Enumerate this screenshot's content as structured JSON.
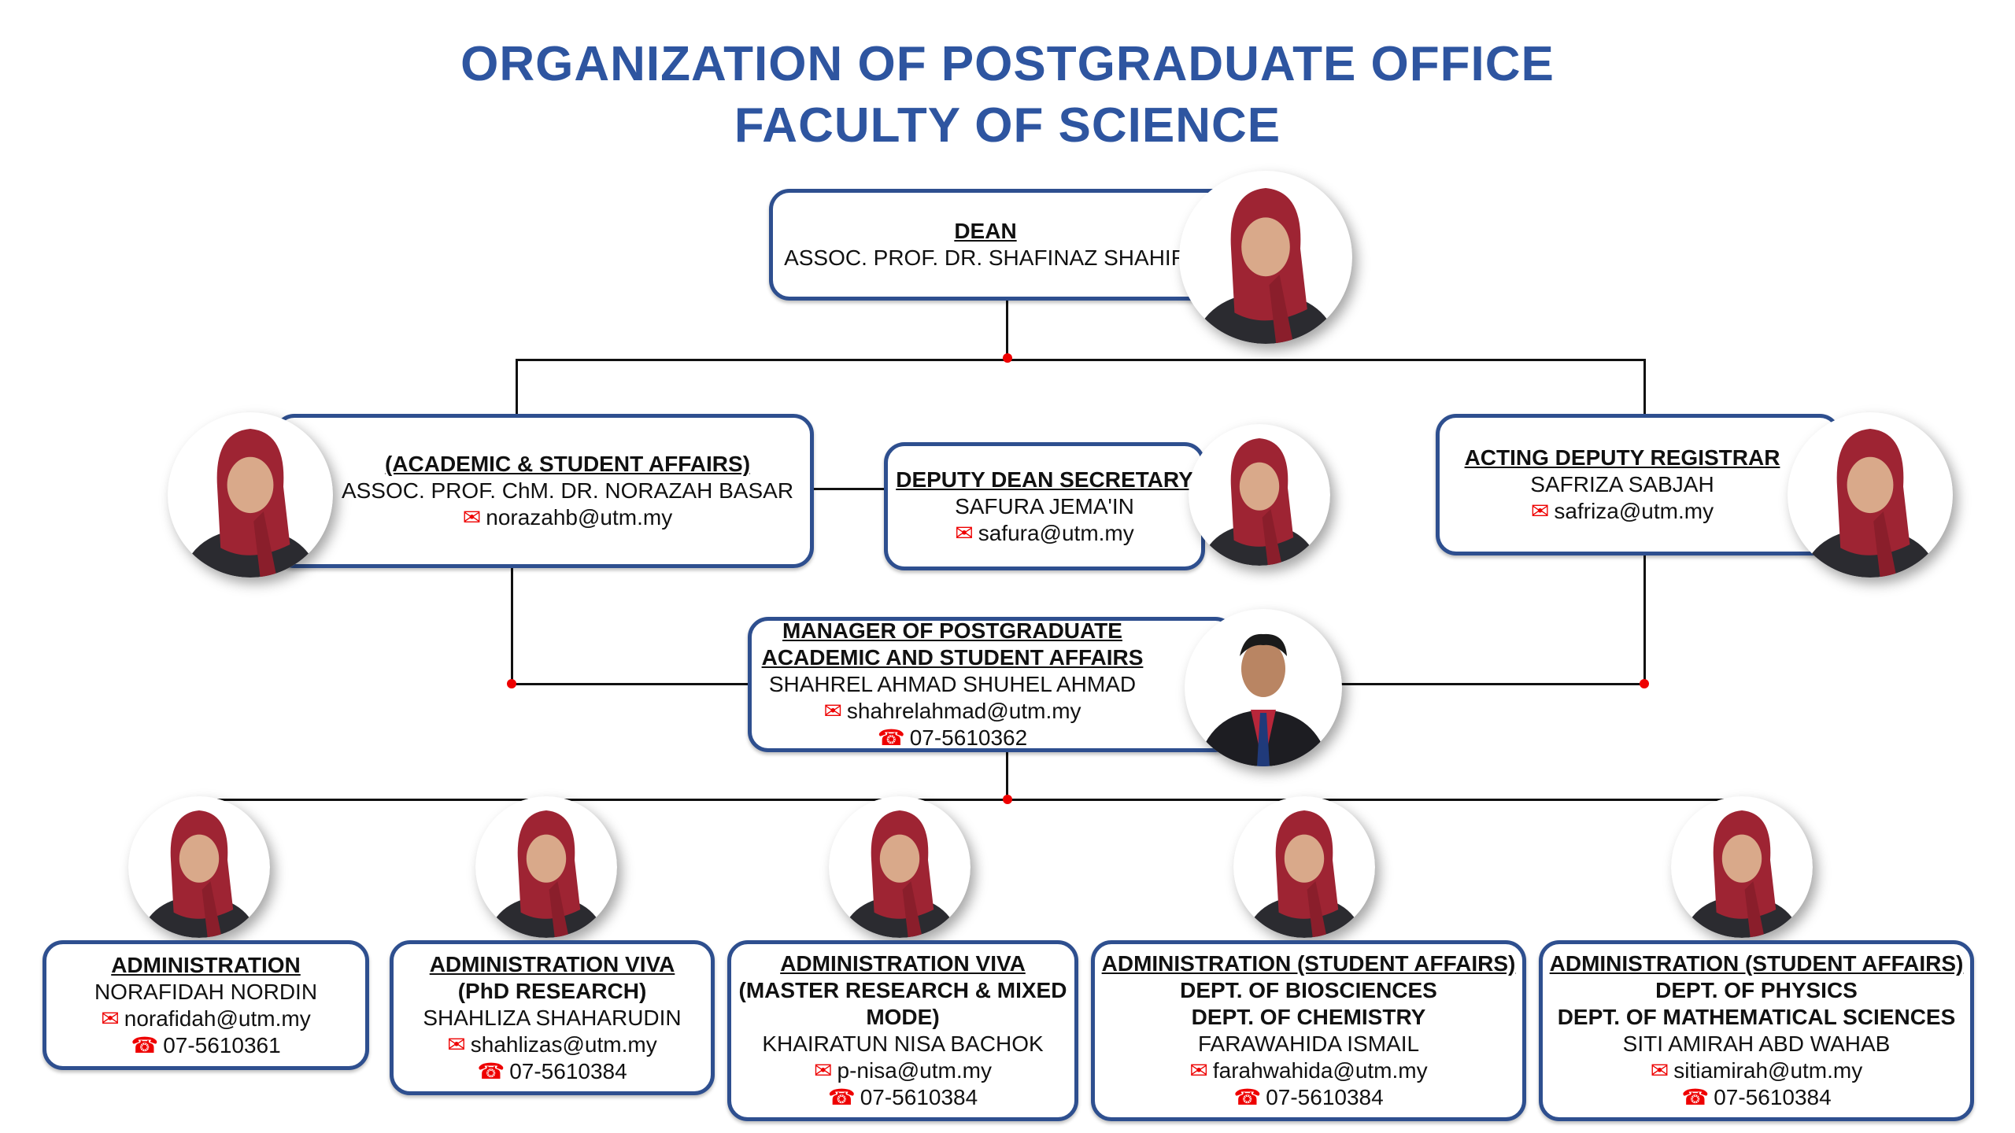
{
  "title": {
    "line1": "ORGANIZATION OF POSTGRADUATE OFFICE",
    "line2": "FACULTY OF SCIENCE"
  },
  "colors": {
    "title": "#2e55a0",
    "border": "#2e4f8f",
    "connector_dot": "#e00000"
  },
  "icons": {
    "email": "envelope-icon",
    "phone": "telephone-icon"
  },
  "dean": {
    "role": "DEAN",
    "name": "ASSOC. PROF. DR. SHAFINAZ SHAHIR"
  },
  "academic": {
    "role": "(ACADEMIC & STUDENT AFFAIRS)",
    "name": "ASSOC. PROF. ChM. DR. NORAZAH BASAR",
    "email": "norazahb@utm.my"
  },
  "secretary": {
    "role": "DEPUTY DEAN SECRETARY",
    "name": "SAFURA JEMA'IN",
    "email": "safura@utm.my"
  },
  "registrar": {
    "role": "ACTING DEPUTY REGISTRAR",
    "name": "SAFRIZA SABJAH",
    "email": "safriza@utm.my"
  },
  "manager": {
    "role1": "MANAGER OF POSTGRADUATE",
    "role2": "ACADEMIC AND STUDENT AFFAIRS",
    "name": "SHAHREL AHMAD SHUHEL AHMAD",
    "email": "shahrelahmad@utm.my",
    "phone": "07-5610362"
  },
  "staff": [
    {
      "role": "ADMINISTRATION",
      "name": "NORAFIDAH NORDIN",
      "email": "norafidah@utm.my",
      "phone": "07-5610361"
    },
    {
      "role": "ADMINISTRATION VIVA",
      "sub1": "(PhD RESEARCH)",
      "name": "SHAHLIZA SHAHARUDIN",
      "email": "shahlizas@utm.my",
      "phone": "07-5610384"
    },
    {
      "role": "ADMINISTRATION VIVA",
      "sub1": "(MASTER RESEARCH & MIXED",
      "sub2": "MODE)",
      "name": "KHAIRATUN NISA BACHOK",
      "email": "p-nisa@utm.my",
      "phone": "07-5610384"
    },
    {
      "role": "ADMINISTRATION (STUDENT AFFAIRS)",
      "sub1": "DEPT. OF BIOSCIENCES",
      "sub2": "DEPT. OF CHEMISTRY",
      "name": "FARAWAHIDA ISMAIL",
      "email": "farahwahida@utm.my",
      "phone": "07-5610384"
    },
    {
      "role": "ADMINISTRATION (STUDENT AFFAIRS)",
      "sub1": "DEPT. OF PHYSICS",
      "sub2": "DEPT. OF MATHEMATICAL SCIENCES",
      "name": "SITI AMIRAH ABD WAHAB",
      "email": "sitiamirah@utm.my",
      "phone": "07-5610384"
    }
  ]
}
